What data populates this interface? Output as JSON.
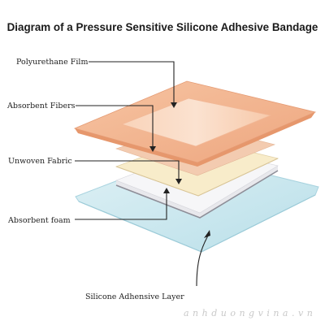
{
  "title": "Diagram of a Pressure Sensitive Silicone Adhesive Bandage",
  "labels": {
    "polyurethane_film": "Polyurethane Film",
    "absorbent_fibers": "Absorbent Fibers",
    "unwoven_fabric": "Unwoven Fabric",
    "absorbent_foam": "Absorbent foam",
    "silicone_layer": "Silicone Adhensive Layer"
  },
  "watermark": "anhduongvina.vn",
  "colors": {
    "polyurethane_film": "#f2b48f",
    "absorbent_fibers": "#f3c9ad",
    "unwoven_fabric": "#f8eccc",
    "absorbent_foam": "#f4f4f6",
    "silicone_layer": "#c8e6ee",
    "leader_lines": "#222222"
  }
}
